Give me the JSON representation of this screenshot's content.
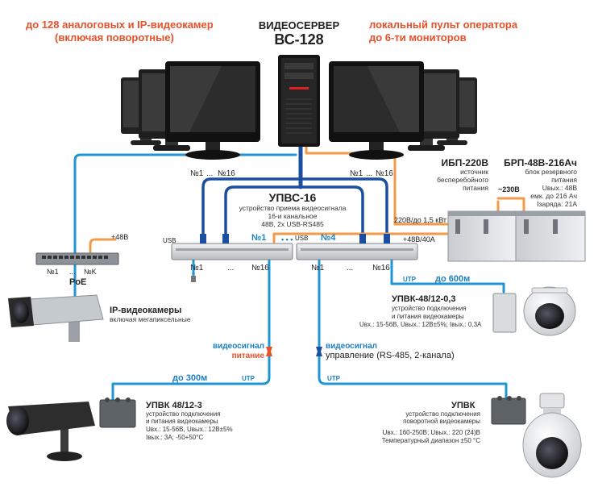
{
  "top": {
    "left_note": [
      "до 128 аналоговых и IP-видеокамер",
      "(включая поворотные)"
    ],
    "right_note": [
      "локальный пульт оператора",
      "до 6-ти мониторов"
    ],
    "server_title": [
      "ВИДЕОСЕРВЕР",
      "ВС-128"
    ]
  },
  "upvs": {
    "title": "УПВС-16",
    "desc": [
      "устройство приема видеосигнала",
      "16-и канальное",
      "48В, 2х USB-RS485"
    ],
    "ch_top_left": [
      "№1",
      "...",
      "№16"
    ],
    "ch_top_right": [
      "№1",
      "...",
      "№16"
    ],
    "unit1": "№1",
    "unit4": "№4",
    "dots": "• • •",
    "usb": "USB",
    "ch_bottom_left": [
      "№1",
      "...",
      "№16"
    ],
    "ch_bottom_right": [
      "№1",
      "...",
      "№16"
    ]
  },
  "ups": {
    "title": "ИБП-220В",
    "desc": [
      "источник",
      "бесперебойного",
      "питания"
    ]
  },
  "brp": {
    "title": "БРП-48В-216Ач",
    "desc": [
      "блок резервного",
      "питания",
      "Uвых.: 48В",
      "емк. до 216 Ач",
      "Iзаряда: 21А"
    ]
  },
  "power": {
    "ac": "~230В",
    "feed": "220В/до 1,5 кВт",
    "dc": "+48В/40А"
  },
  "poe": {
    "label": "PoE",
    "v48": "+48В",
    "ports": [
      "№1",
      "...",
      "№K"
    ]
  },
  "ipcam": {
    "title": "IP-видеокамеры",
    "sub": "включая мегапиксельные"
  },
  "mid": {
    "video": "видеосигнал",
    "power": "питание",
    "video2": "видеосигнал",
    "control": "управление (RS-485, 2-канала)",
    "dist300": "до 300м",
    "dist600": "до 600м",
    "utp": "UTP"
  },
  "upvk03": {
    "title": "УПВК-48/12-0,3",
    "desc": [
      "устройство подключения",
      "и питания видеокамеры",
      "Uвх.: 15-56В, Uвых.: 12В±5%; Iвых.: 0,3А"
    ]
  },
  "upvk3": {
    "title": "УПВК 48/12-3",
    "desc": [
      "устройство подключения",
      "и питания видеокамеры",
      "Uвх.: 15-56В, Uвых.: 12В±5%",
      "Iвых.: 3А; -50+50°С"
    ]
  },
  "upvk": {
    "title": "УПВК",
    "desc": [
      "устройство подключения",
      "поворотной видеокамеры",
      "Uвх.: 160-250В; Uвых.: 220 (24)В",
      "Температурный диапазон ±50 °С"
    ]
  },
  "colors": {
    "accent_red": "#e8502a",
    "blue_line": "#1f95d3",
    "dark_blue": "#1c4fa0",
    "orange": "#f39a4a"
  }
}
